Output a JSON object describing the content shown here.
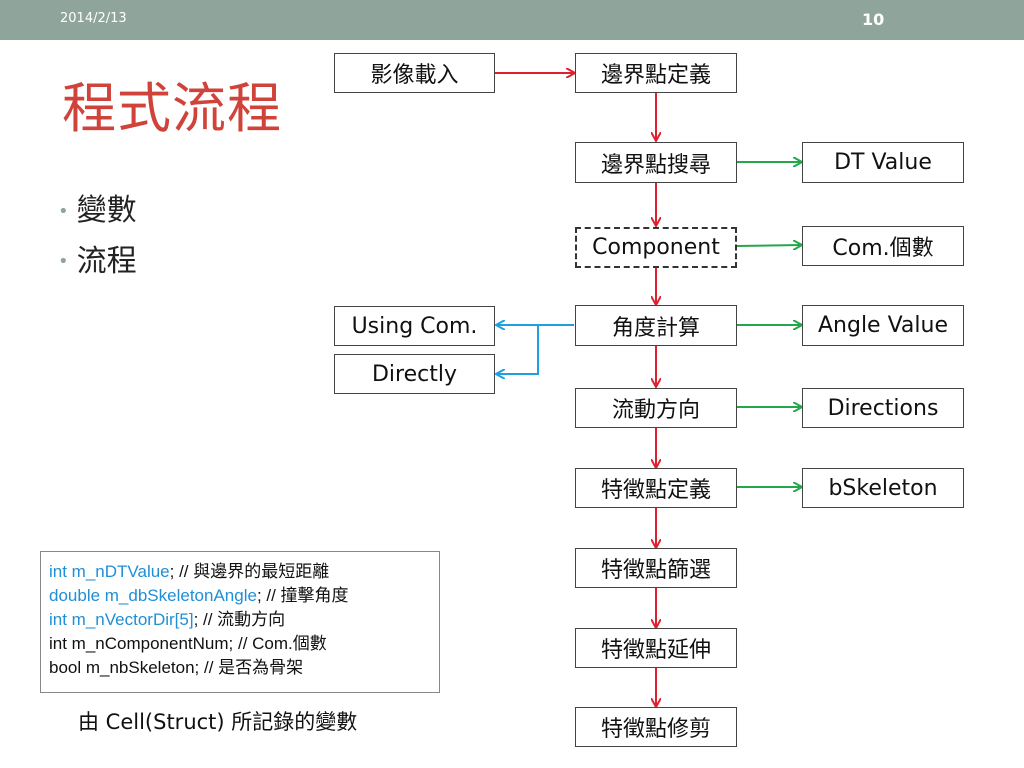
{
  "header": {
    "date": "2014/2/13",
    "page_number": "10"
  },
  "slide": {
    "title": "程式流程",
    "bullets": [
      "變數",
      "流程"
    ]
  },
  "flow": {
    "load_image": "影像載入",
    "boundary_define": "邊界點定義",
    "boundary_search": "邊界點搜尋",
    "component": "Component",
    "angle_calc": "角度計算",
    "flow_direction": "流動方向",
    "feature_define": "特徵點定義",
    "feature_filter": "特徵點篩選",
    "feature_extend": "特徵點延伸",
    "feature_prune": "特徵點修剪"
  },
  "outputs": {
    "dt_value": "DT Value",
    "com_count": "Com.個數",
    "angle_value": "Angle Value",
    "directions": "Directions",
    "bskeleton": "bSkeleton"
  },
  "side_options": {
    "using_com": "Using Com.",
    "directly": "Directly"
  },
  "code": {
    "line1_code": "int m_nDTValue",
    "line1_comment": "; // 與邊界的最短距離",
    "line2_code": "double m_dbSkeletonAngle",
    "line2_comment": "; // 撞擊角度",
    "line3_code": "int m_nVectorDir[5]",
    "line3_comment": "; // 流動方向",
    "line4": "int m_nComponentNum; // Com.個數",
    "line5": "bool m_nbSkeleton; // 是否為骨架"
  },
  "caption": "由 Cell(Struct) 所記錄的變數",
  "colors": {
    "header_bar": "#8fa59c",
    "title": "#d0433a",
    "main_flow_arrow": "#e0202e",
    "output_arrow": "#22a84a",
    "option_arrow": "#1fa0de",
    "code_keyword": "#1f8fd6"
  }
}
